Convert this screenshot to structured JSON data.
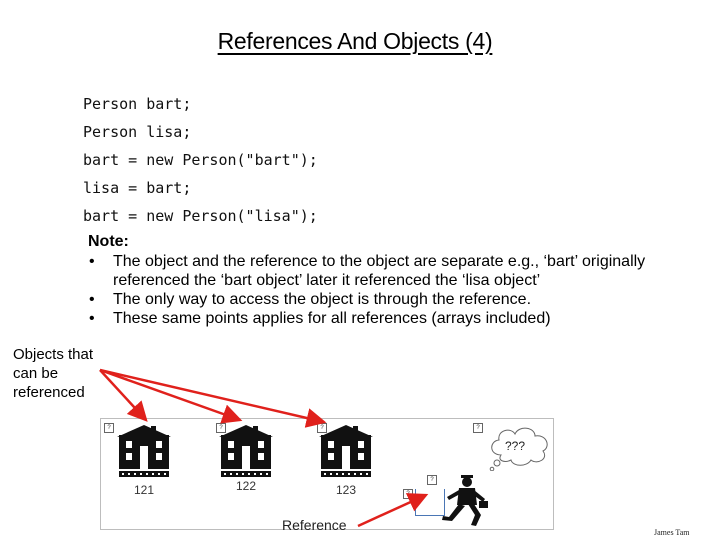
{
  "slide": {
    "title": "References And Objects (4)",
    "code_lines": [
      "Person bart;",
      "Person lisa;",
      "bart = new Person(\"bart\");",
      "lisa = bart;",
      "bart = new Person(\"lisa\");"
    ],
    "note": {
      "heading": "Note:",
      "bullet_glyph": "•",
      "items": [
        "The object and the reference to the object are separate e.g., ‘bart’ originally referenced the ‘bart object’ later it referenced the ‘lisa object’",
        "The only way to access the object is through the reference.",
        "These same points applies for all references (arrays included)"
      ]
    },
    "annotation": "Objects that can be referenced",
    "reference_label": "Reference",
    "author": "James Tam"
  },
  "figure": {
    "houses": [
      {
        "number": "121",
        "icon": "house-icon"
      },
      {
        "number": "122",
        "icon": "house-icon"
      },
      {
        "number": "123",
        "icon": "house-icon"
      }
    ],
    "thought_bubble": "???",
    "person_icon": "running-person-icon",
    "badge_glyph": "?"
  },
  "colors": {
    "arrow": "#e0211c",
    "house": "#111111",
    "box_border": "#4a76b5",
    "figure_border": "#bdbdbd"
  }
}
